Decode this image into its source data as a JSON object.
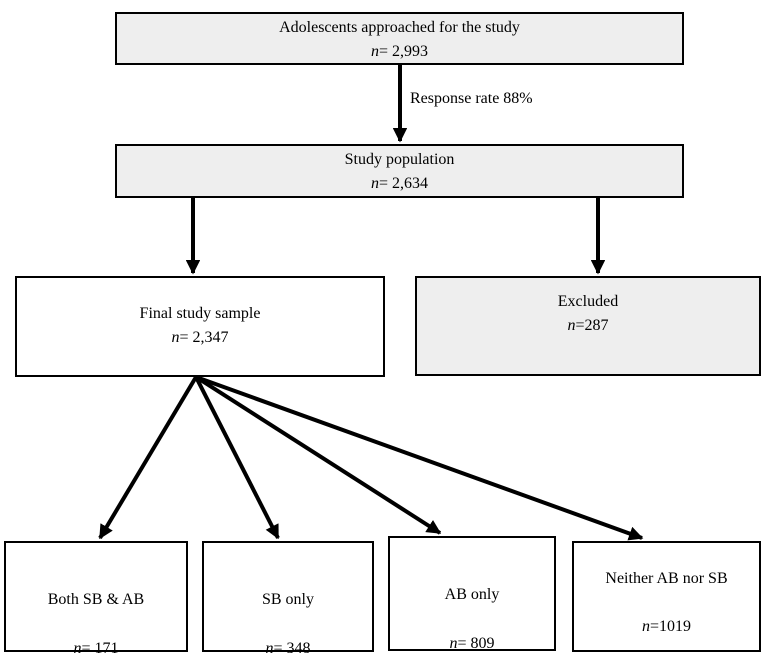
{
  "colors": {
    "shaded_fill": "#eeeeee",
    "plain_fill": "#ffffff",
    "stroke": "#000000"
  },
  "approached": {
    "label": "Adolescents approached for the study",
    "n_prefix": "n",
    "count": "= 2,993"
  },
  "response_rate": "Response rate 88%",
  "population": {
    "label": "Study population",
    "n_prefix": "n",
    "count": "= 2,634"
  },
  "final_sample": {
    "label": "Final study sample",
    "n_prefix": "n",
    "count": "= 2,347"
  },
  "excluded": {
    "label": "Excluded",
    "n_prefix": "n",
    "count": "=287"
  },
  "groups": [
    {
      "label": "Both SB & AB",
      "n_prefix": "n",
      "count": "= 171"
    },
    {
      "label": "SB only",
      "n_prefix": "n",
      "count": "= 348"
    },
    {
      "label": "AB only",
      "n_prefix": "n",
      "count": "= 809"
    },
    {
      "label": "Neither AB nor SB",
      "n_prefix": "n",
      "count": "=1019"
    }
  ]
}
